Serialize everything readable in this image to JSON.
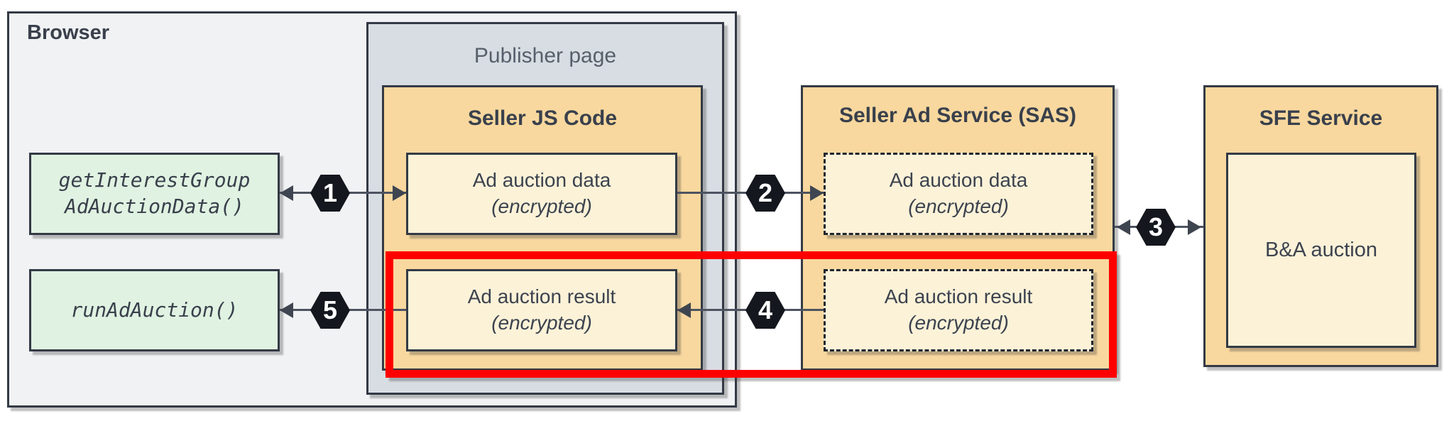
{
  "browser": {
    "title": "Browser",
    "api_boxes": [
      {
        "label": "getInterestGroup\nAdAuctionData()"
      },
      {
        "label": "runAdAuction()"
      }
    ]
  },
  "publisher_page": {
    "title": "Publisher page"
  },
  "seller_js": {
    "title": "Seller JS Code",
    "data_box": {
      "line1": "Ad auction data",
      "line2": "(encrypted)"
    },
    "result_box": {
      "line1": "Ad auction result",
      "line2": "(encrypted)"
    }
  },
  "sas": {
    "title": "Seller Ad Service (SAS)",
    "data_box": {
      "line1": "Ad auction data",
      "line2": "(encrypted)"
    },
    "result_box": {
      "line1": "Ad auction result",
      "line2": "(encrypted)"
    }
  },
  "sfe": {
    "title": "SFE Service",
    "auction_box": {
      "label": "B&A auction"
    }
  },
  "steps": [
    "1",
    "2",
    "3",
    "4",
    "5"
  ],
  "colors": {
    "browser_bg": "#f1f2f4",
    "publisher_bg": "#d8dde3",
    "service_orange": "#f8d89e",
    "inner_cream": "#fcf2d8",
    "api_green": "#e0f2e1",
    "border_dark": "#333a45",
    "step_badge_black": "#14181e",
    "highlight_red": "#ff0000",
    "text_dark": "#3c434f",
    "publisher_text_gray": "#575f6b"
  }
}
